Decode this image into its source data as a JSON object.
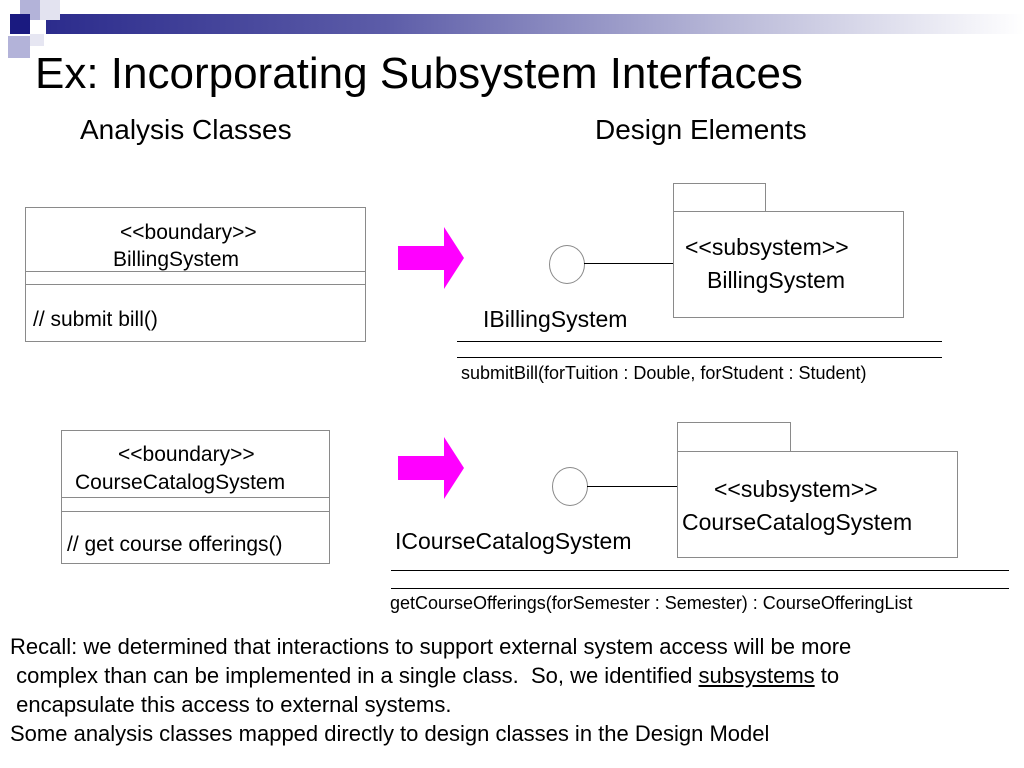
{
  "slide": {
    "title": "Ex: Incorporating Subsystem Interfaces",
    "left_heading": "Analysis Classes",
    "right_heading": "Design Elements"
  },
  "example1": {
    "class_stereotype": "<<boundary>>",
    "class_name": "BillingSystem",
    "class_operation": "// submit bill()",
    "subsystem_stereotype": "<<subsystem>>",
    "subsystem_name": "BillingSystem",
    "interface_name": "IBillingSystem",
    "interface_operation": "submitBill(forTuition : Double, forStudent : Student)"
  },
  "example2": {
    "class_stereotype": "<<boundary>>",
    "class_name": "CourseCatalogSystem",
    "class_operation": "// get course offerings()",
    "subsystem_stereotype": "<<subsystem>>",
    "subsystem_name": "CourseCatalogSystem",
    "interface_name": "ICourseCatalogSystem",
    "interface_operation": "getCourseOfferings(forSemester : Semester) : CourseOfferingList"
  },
  "notes": {
    "line1": "Recall:  we determined that interactions to support external system access will be more",
    "line2_before": " complex than can be implemented in a single class.  So, we identified ",
    "line2_underlined": "subsystems",
    "line2_after": " to",
    "line3": " encapsulate this access to external systems.",
    "line4": "Some analysis classes mapped directly to design classes in the Design Model"
  },
  "colors": {
    "arrow": "#ff00ff",
    "header_bar_start": "#2b2b8c",
    "deco_square_dark": "#1a1a80",
    "deco_square_light": "#b3b3d9"
  },
  "icons": {
    "arrow": "right-arrow-icon",
    "interface": "interface-lollipop-icon"
  }
}
